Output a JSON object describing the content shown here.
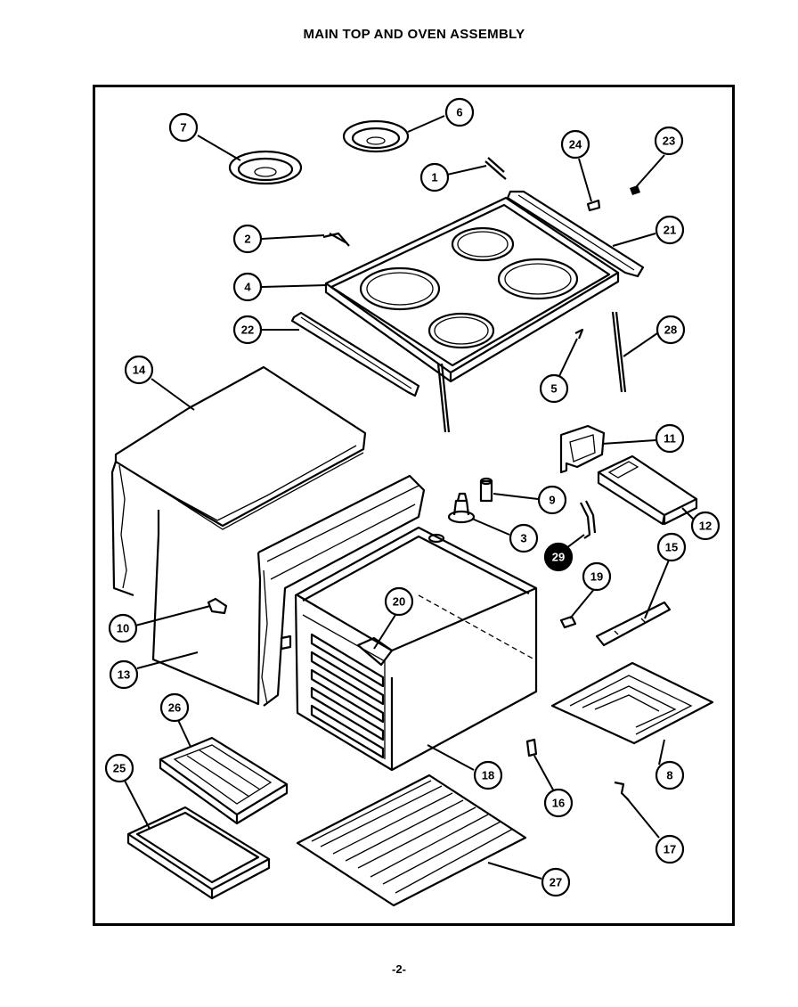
{
  "title": "MAIN TOP AND OVEN ASSEMBLY",
  "page_number": "-2-",
  "callouts": [
    {
      "label": "7"
    },
    {
      "label": "6"
    },
    {
      "label": "1"
    },
    {
      "label": "24"
    },
    {
      "label": "23"
    },
    {
      "label": "2"
    },
    {
      "label": "21"
    },
    {
      "label": "4"
    },
    {
      "label": "22"
    },
    {
      "label": "28"
    },
    {
      "label": "5"
    },
    {
      "label": "14"
    },
    {
      "label": "11"
    },
    {
      "label": "9"
    },
    {
      "label": "12"
    },
    {
      "label": "3"
    },
    {
      "label": "29"
    },
    {
      "label": "15"
    },
    {
      "label": "19"
    },
    {
      "label": "20"
    },
    {
      "label": "10"
    },
    {
      "label": "13"
    },
    {
      "label": "26"
    },
    {
      "label": "8"
    },
    {
      "label": "18"
    },
    {
      "label": "16"
    },
    {
      "label": "25"
    },
    {
      "label": "17"
    },
    {
      "label": "27"
    }
  ]
}
